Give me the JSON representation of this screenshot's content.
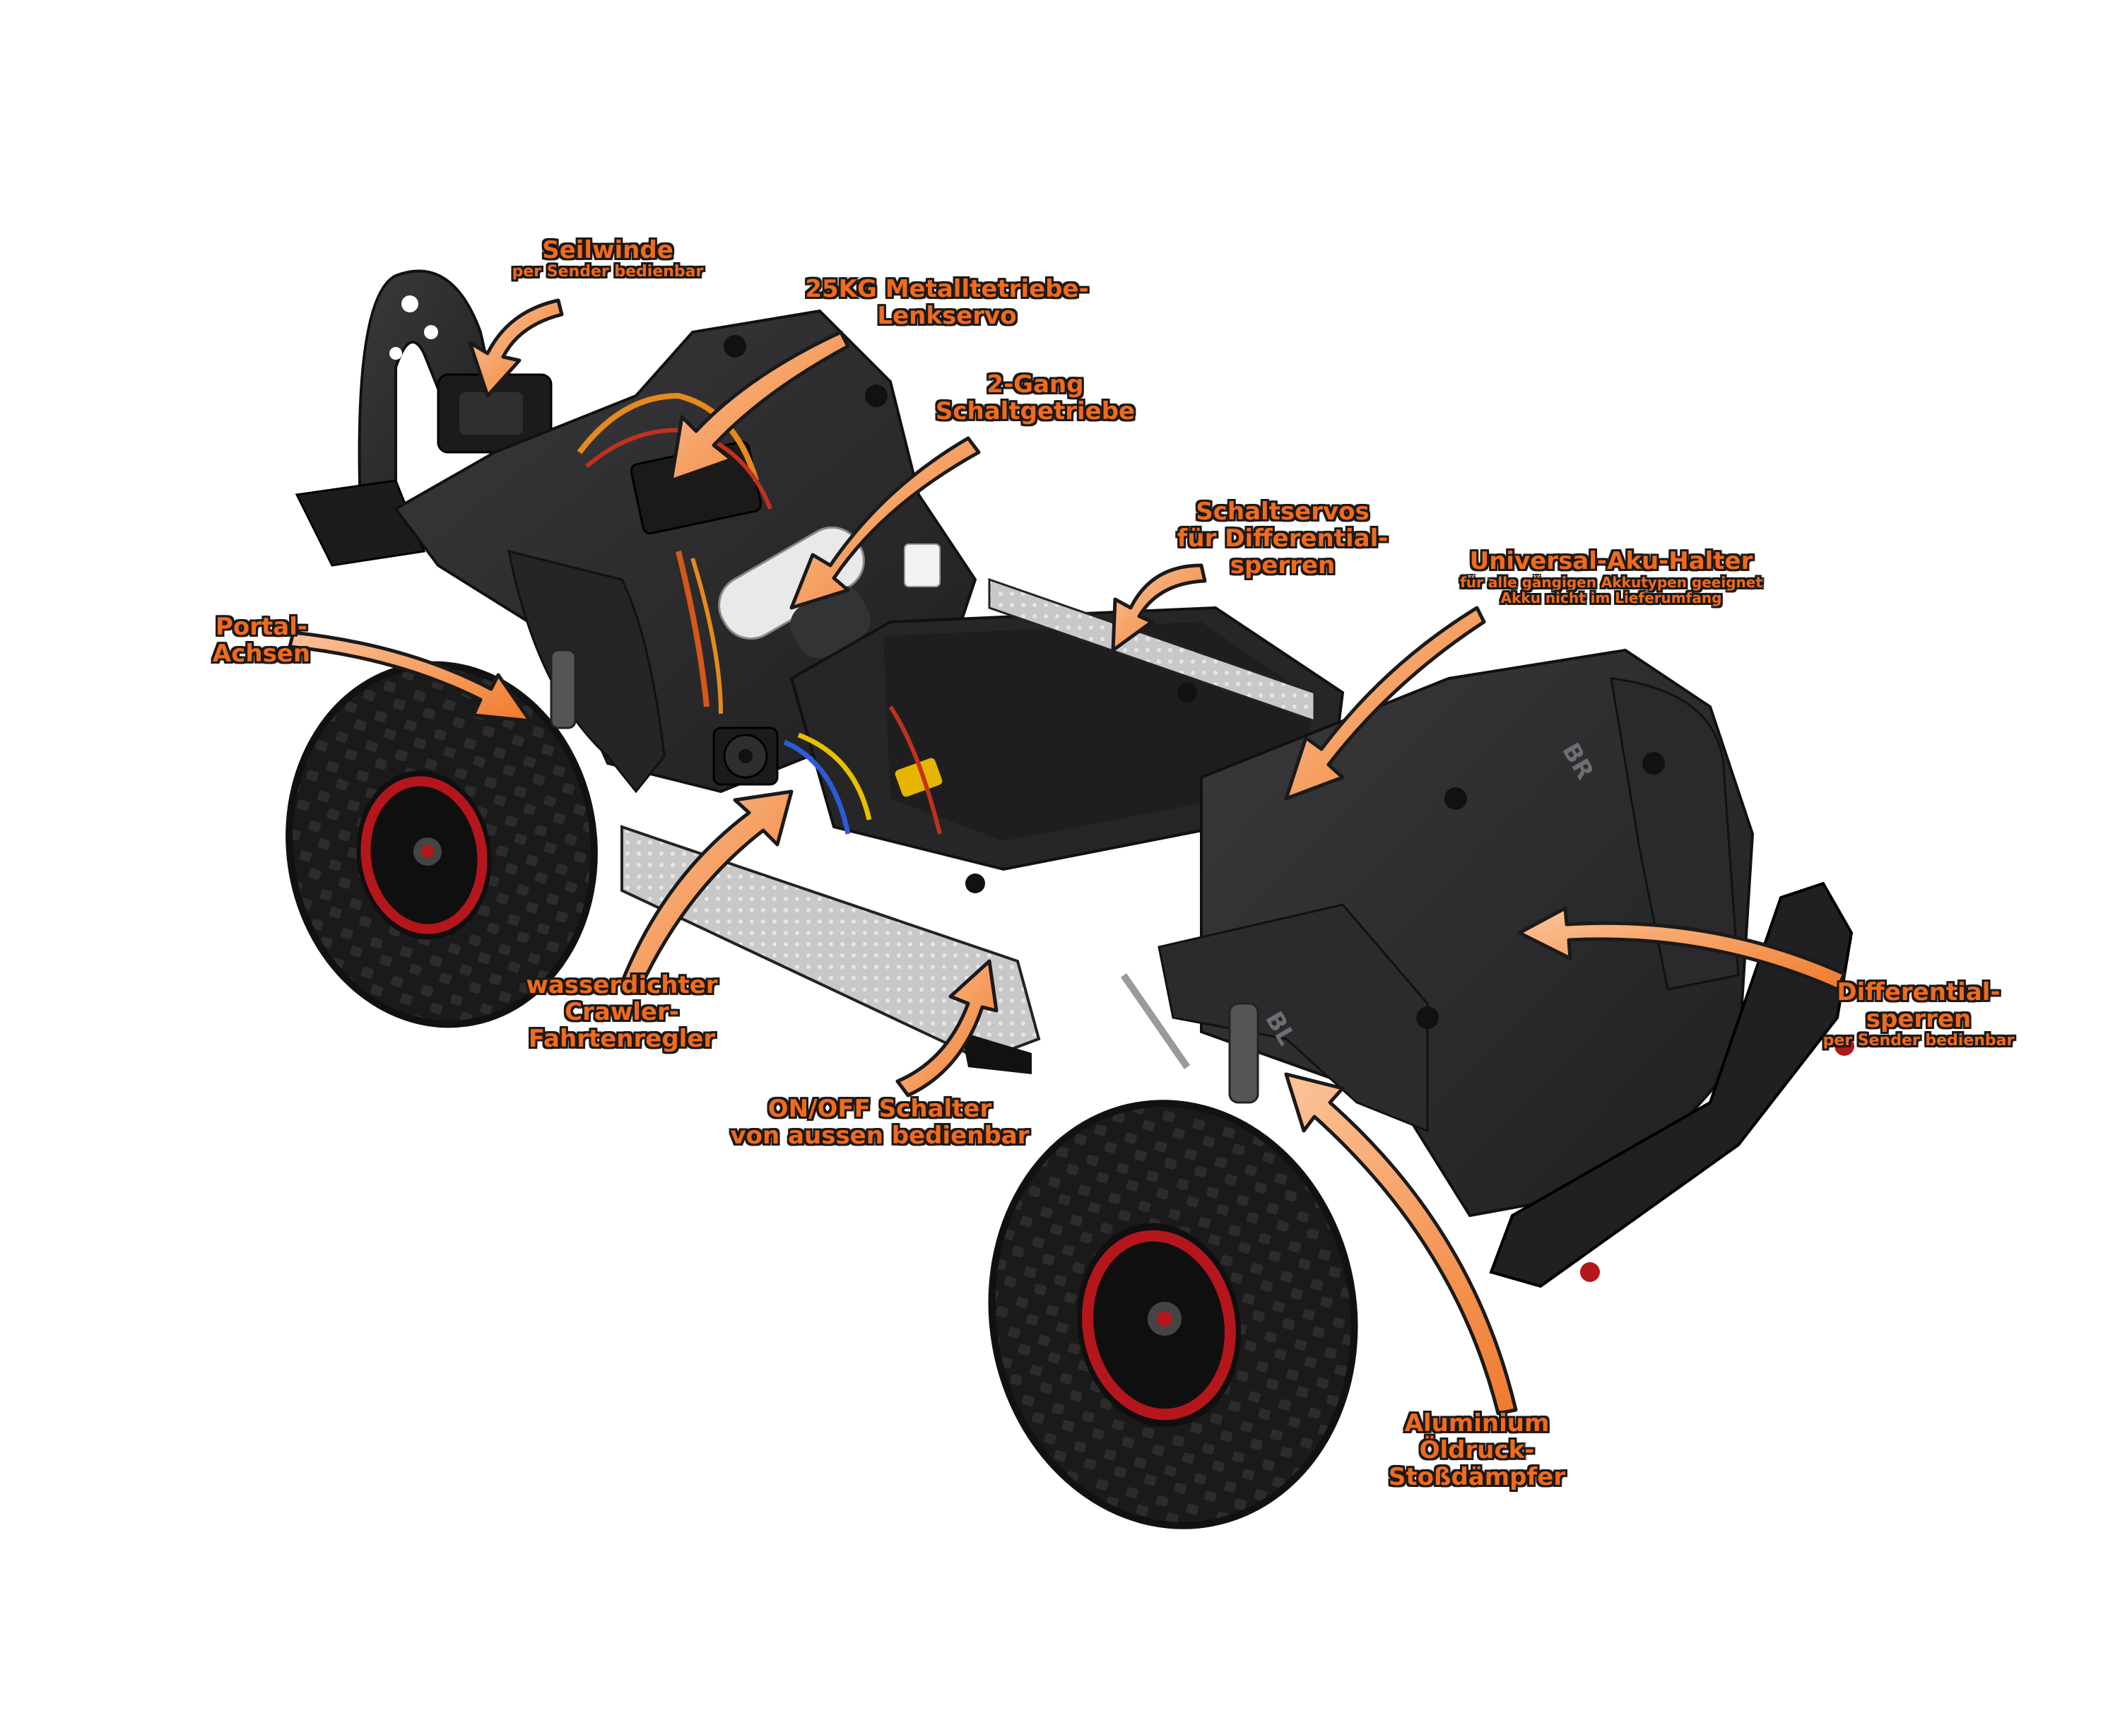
{
  "colors": {
    "accent": "#f26a1b",
    "outline": "#1a1a1a",
    "body": "#2b2b2d",
    "tire": "#1c1c1c",
    "rim": "#b5161b"
  },
  "callouts": {
    "seilwinde": {
      "title": "Seilwinde",
      "sub": "per Sender bedienbar"
    },
    "lenkservo": {
      "line1": "25KG Metalltetriebe-",
      "line2": "Lenkservo"
    },
    "schaltgetriebe": {
      "line1": "2-Gang",
      "line2": "Schaltgetriebe"
    },
    "schaltservos": {
      "line1": "Schaltservos",
      "line2": "für Differential-",
      "line3": "sperren"
    },
    "akkuhalter": {
      "title": "Universal-Aku-Halter",
      "sub1": "für alle gängigen Akkutypen geeignet",
      "sub2": "Akku nicht im Lieferumfang"
    },
    "portal": {
      "line1": "Portal-",
      "line2": "Achsen"
    },
    "regler": {
      "line1": "wasserdichter",
      "line2": "Crawler-",
      "line3": "Fahrtenregler"
    },
    "schalter": {
      "line1": "ON/OFF Schalter",
      "line2": "von aussen bedienbar"
    },
    "diffsperren": {
      "line1": "Differential-",
      "line2": "sperren",
      "sub": "per Sender bedienbar"
    },
    "daempfer": {
      "line1": "Aluminium",
      "line2": "Öldruck-",
      "line3": "Stoßdämpfer"
    }
  },
  "chassis_marks": {
    "rear_left": "BL",
    "rear_right": "BR"
  }
}
